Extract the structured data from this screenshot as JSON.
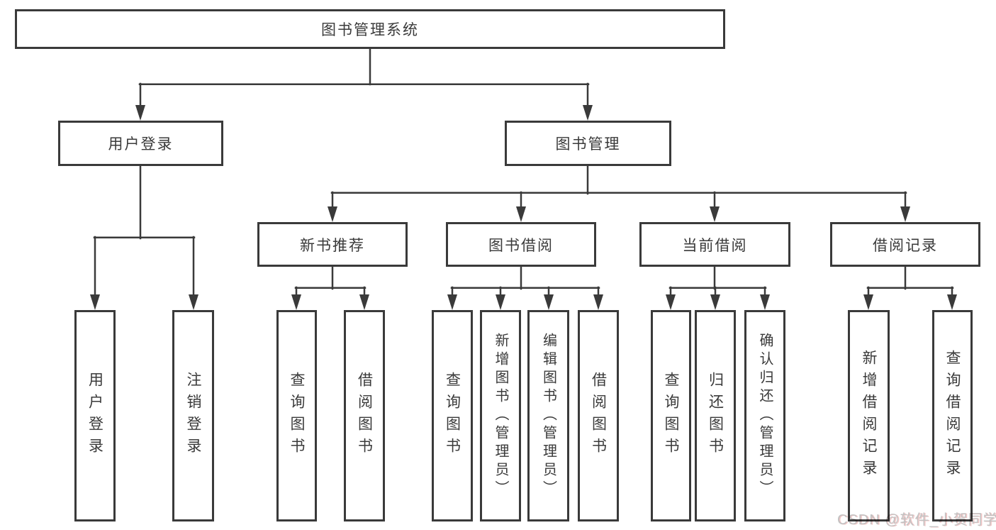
{
  "diagram_title": "图书管理系统",
  "colors": {
    "line": "#3a3a3a",
    "box_bg": "#ffffff",
    "text": "#3a3a3a",
    "watermark": "#c2c2c2"
  },
  "nodes": {
    "root": {
      "label": "图书管理系统"
    },
    "user_login": {
      "label": "用户登录"
    },
    "book_mgmt": {
      "label": "图书管理"
    },
    "leaf_user_login": {
      "label": "用户登录"
    },
    "leaf_logout": {
      "label": "注销登录"
    },
    "new_book_rec": {
      "label": "新书推荐"
    },
    "book_borrow": {
      "label": "图书借阅"
    },
    "current_borrow": {
      "label": "当前借阅"
    },
    "borrow_record": {
      "label": "借阅记录"
    },
    "nbr_query_book": {
      "label": "查询图书"
    },
    "nbr_borrow_book": {
      "label": "借阅图书"
    },
    "bb_query_book": {
      "label": "查询图书"
    },
    "bb_add_book": {
      "label": "新增图书（管理员）"
    },
    "bb_edit_book": {
      "label": "编辑图书（管理员）"
    },
    "bb_borrow_book": {
      "label": "借阅图书"
    },
    "cb_query_book": {
      "label": "查询图书"
    },
    "cb_return_book": {
      "label": "归还图书"
    },
    "cb_confirm_return": {
      "label": "确认归还（管理员）"
    },
    "br_add_record": {
      "label": "新增借阅记录"
    },
    "br_query_record": {
      "label": "查询借阅记录"
    }
  },
  "watermark": {
    "text": "CSDN @软件_小贺同学"
  }
}
